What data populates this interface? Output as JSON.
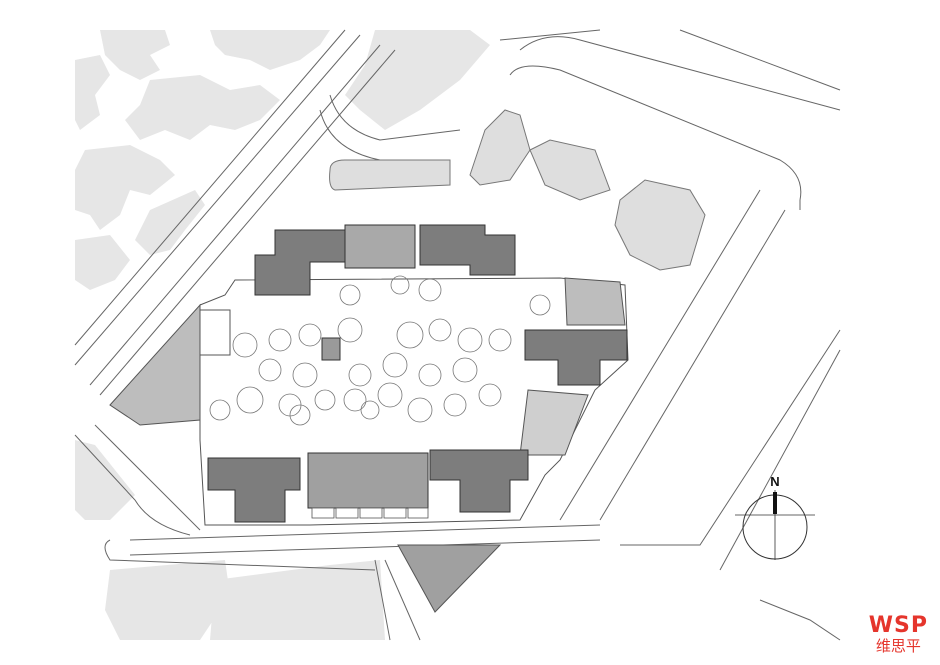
{
  "north": {
    "label": "N"
  },
  "watermark": {
    "brand": "WSP",
    "sub": "维思平"
  },
  "colors": {
    "background": "#ffffff",
    "neighbor_blocks": "#e6e6e6",
    "building_dark": "#7d7d7d",
    "building_mid": "#a9a9a9",
    "site_green": "#bdbdbd",
    "line": "#555555",
    "watermark": "#e5352c"
  }
}
